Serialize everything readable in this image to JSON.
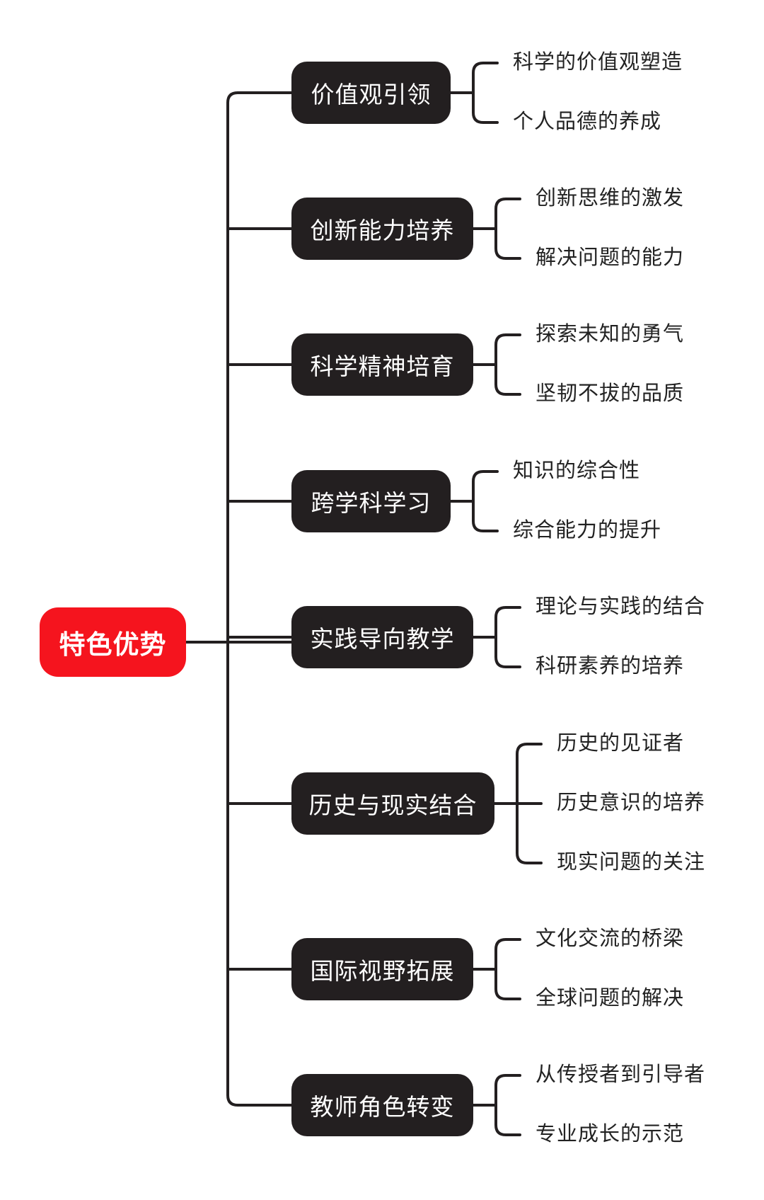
{
  "colors": {
    "root": "#f5141e",
    "branch": "#231f20",
    "line": "#231f20",
    "leaf_text": "#222222"
  },
  "root": {
    "label": "特色优势"
  },
  "branches": [
    {
      "label": "价值观引领",
      "children": [
        "科学的价值观塑造",
        "个人品德的养成"
      ]
    },
    {
      "label": "创新能力培养",
      "children": [
        "创新思维的激发",
        "解决问题的能力"
      ]
    },
    {
      "label": "科学精神培育",
      "children": [
        "探索未知的勇气",
        "坚韧不拔的品质"
      ]
    },
    {
      "label": "跨学科学习",
      "children": [
        "知识的综合性",
        "综合能力的提升"
      ]
    },
    {
      "label": "实践导向教学",
      "children": [
        "理论与实践的结合",
        "科研素养的培养"
      ]
    },
    {
      "label": "历史与现实结合",
      "children": [
        "历史的见证者",
        "历史意识的培养",
        "现实问题的关注"
      ]
    },
    {
      "label": "国际视野拓展",
      "children": [
        "文化交流的桥梁",
        "全球问题的解决"
      ]
    },
    {
      "label": "教师角色转变",
      "children": [
        "从传授者到引导者",
        "专业成长的示范"
      ]
    }
  ]
}
